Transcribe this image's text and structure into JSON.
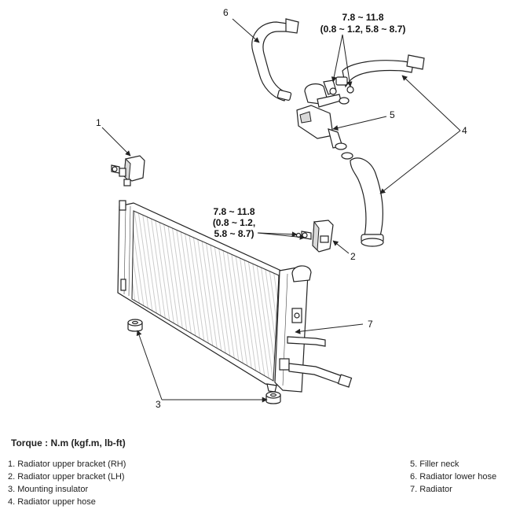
{
  "callouts": {
    "n1": "1",
    "n2": "2",
    "n3": "3",
    "n4": "4",
    "n5": "5",
    "n6": "6",
    "n7": "7"
  },
  "torque_top": {
    "line1": "7.8 ~ 11.8",
    "line2": "(0.8 ~ 1.2, 5.8 ~ 8.7)"
  },
  "torque_mid": {
    "line1": "7.8 ~ 11.8",
    "line2": "(0.8 ~ 1.2,",
    "line3": "5.8 ~ 8.7)"
  },
  "torque_heading": "Torque : N.m (kgf.m, lb-ft)",
  "legend_left": [
    "1.  Radiator upper bracket (RH)",
    "2.  Radiator upper bracket (LH)",
    "3.  Mounting insulator",
    "4.  Radiator upper hose"
  ],
  "legend_right": [
    "5.  Filler neck",
    "6.  Radiator lower hose",
    "7.  Radiator"
  ]
}
